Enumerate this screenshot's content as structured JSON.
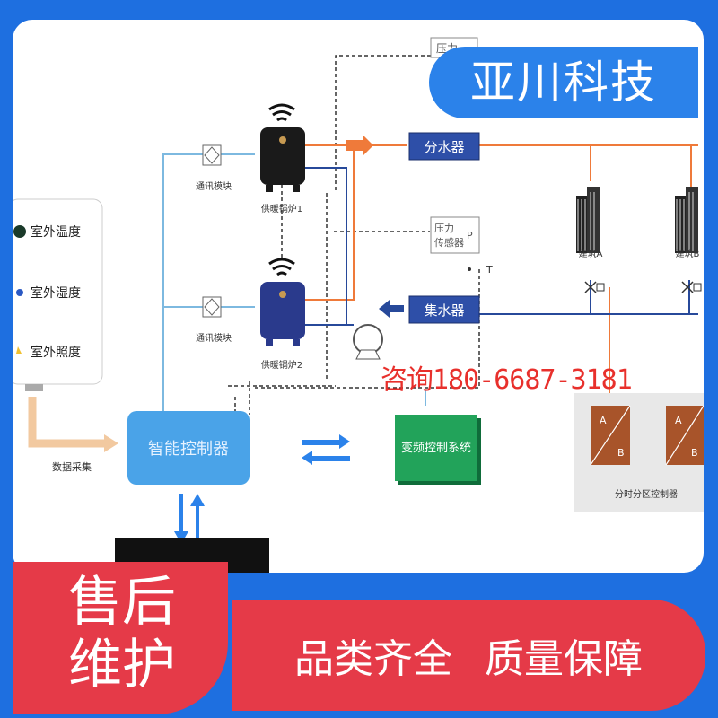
{
  "brand": {
    "name": "亚川科技"
  },
  "diagram": {
    "boiler1": "供暖锅炉1",
    "boiler2": "供暖锅炉2",
    "comm1": "通讯模块",
    "comm2": "通讯模块",
    "distributor": "分水器",
    "collector": "集水器",
    "pressure_top": "压力",
    "pressure_sensor": "压力",
    "pressure_sensor2": "传感器",
    "pressure_p": "P",
    "temp_t": "T",
    "building_a": "建筑A",
    "building_b": "建筑B",
    "sensors": [
      "室外温度",
      "室外湿度",
      "室外照度"
    ],
    "data_collect": "数据采集",
    "controller": "智能控制器",
    "vfd": "变频控制系统",
    "zone": "分时分区控制器",
    "valve_a": "A",
    "valve_b": "B"
  },
  "contact": {
    "text": "咨询180-6687-3181"
  },
  "footer": {
    "left": [
      "售后",
      "维护"
    ],
    "right": "品类齐全 质量保障"
  },
  "colors": {
    "blue": "#1e6fe0",
    "red": "#e53a48",
    "pipe_orange": "#ef7a3a",
    "pipe_blue": "#27499a",
    "cable": "#7db9e0"
  }
}
